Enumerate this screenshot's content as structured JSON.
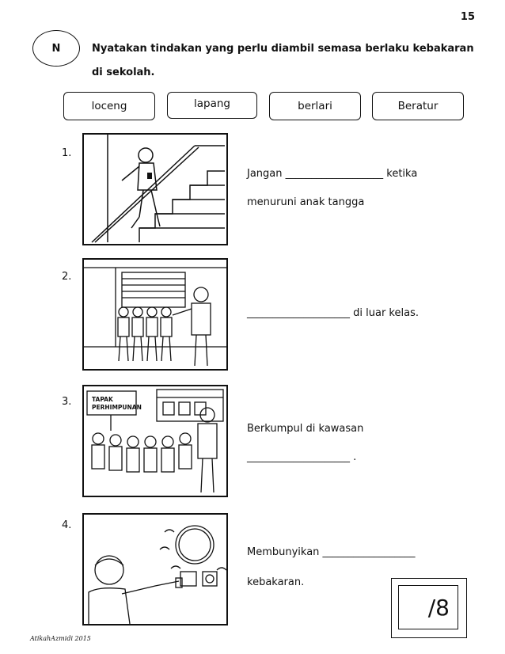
{
  "page_number": "15",
  "badge": "N",
  "instruction": "Nyatakan tindakan yang perlu diambil semasa berlaku kebakaran di sekolah.",
  "word_bank": [
    "loceng",
    "lapang",
    "berlari",
    "Beratur"
  ],
  "questions": [
    {
      "number": "1.",
      "line1": "Jangan ___________________   ketika",
      "line2": "menuruni anak tangga"
    },
    {
      "number": "2.",
      "line1": "____________________  di luar kelas."
    },
    {
      "number": "3.",
      "line1": "Berkumpul di kawasan",
      "line2": "____________________  ."
    },
    {
      "number": "4.",
      "line1": "Membunyikan __________________",
      "line2": "kebakaran."
    }
  ],
  "picture_labels": {
    "assembly_sign": "TAPAK PERHIMPUNAN"
  },
  "score": "/8",
  "footer": "AtikahAzmidi 2015"
}
